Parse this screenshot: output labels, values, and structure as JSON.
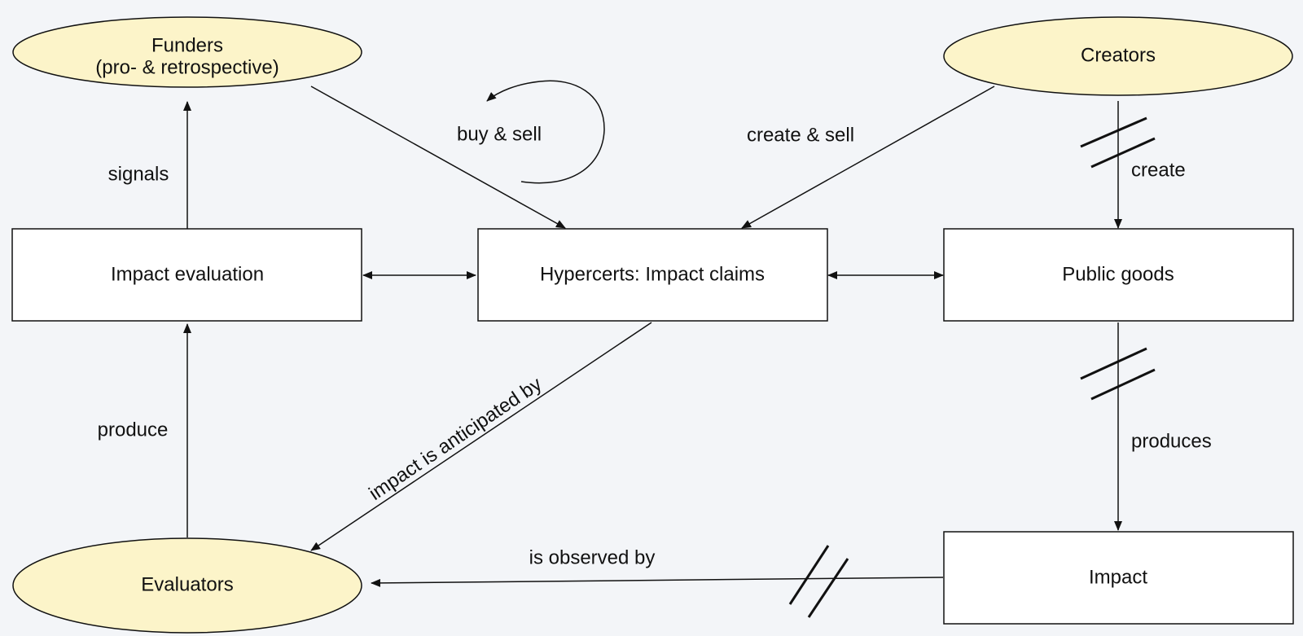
{
  "colors": {
    "background": "#f3f5f8",
    "actor_fill": "#fcf4c9",
    "box_fill": "#ffffff",
    "stroke": "#111111"
  },
  "nodes": {
    "funders": {
      "line1": "Funders",
      "line2": "(pro- & retrospective)"
    },
    "creators": {
      "label": "Creators"
    },
    "evaluators": {
      "label": "Evaluators"
    },
    "impact_evaluation": {
      "label": "Impact evaluation"
    },
    "hypercerts": {
      "label": "Hypercerts: Impact claims"
    },
    "public_goods": {
      "label": "Public goods"
    },
    "impact": {
      "label": "Impact"
    }
  },
  "edges": {
    "signals": "signals",
    "buy_sell": "buy & sell",
    "create_sell": "create & sell",
    "create": "create",
    "produce": "produce",
    "impact_anticipated": "impact is anticipated by",
    "produces": "produces",
    "is_observed_by": "is observed by"
  }
}
